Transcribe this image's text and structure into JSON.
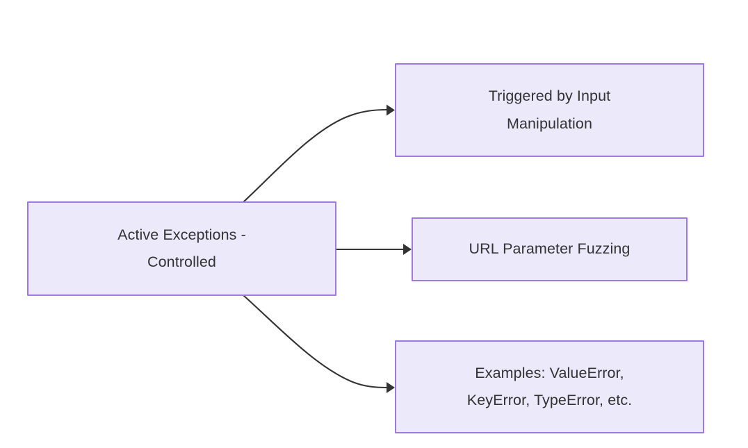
{
  "diagram": {
    "type": "flowchart",
    "direction": "left-to-right",
    "background_color": "#ffffff",
    "node_fill_color": "#ece9fb",
    "node_border_color": "#9d79e0",
    "node_text_color": "#333333",
    "edge_color": "#333333",
    "nodes": [
      {
        "id": "source",
        "label": "Active Exceptions -\nControlled",
        "role": "root"
      },
      {
        "id": "trigger",
        "label": "Triggered by Input\nManipulation",
        "role": "leaf"
      },
      {
        "id": "fuzzing",
        "label": "URL Parameter Fuzzing",
        "role": "leaf"
      },
      {
        "id": "examples",
        "label": "Examples: ValueError,\nKeyError, TypeError, etc.",
        "role": "leaf"
      }
    ],
    "edges": [
      {
        "id": "edge-source-trigger",
        "from": "source",
        "to": "trigger",
        "label": "",
        "style": "curved-arrow"
      },
      {
        "id": "edge-source-fuzzing",
        "from": "source",
        "to": "fuzzing",
        "label": "",
        "style": "straight-arrow"
      },
      {
        "id": "edge-source-examples",
        "from": "source",
        "to": "examples",
        "label": "",
        "style": "curved-arrow"
      }
    ]
  }
}
